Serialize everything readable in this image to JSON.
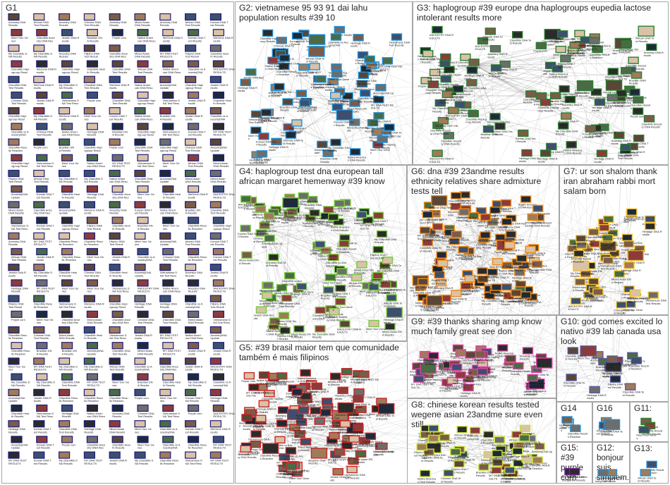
{
  "groups": [
    {
      "id": "G1",
      "title": "G1"
    },
    {
      "id": "G2",
      "title": "G2: vietnamese 95 93 91 dai lahu population results #39 10"
    },
    {
      "id": "G3",
      "title": "G3: haplogroup #39 europe dna haplogroups eupedia lactose intolerant results more"
    },
    {
      "id": "G4",
      "title": "G4: haplogroup test dna european tall african margaret hemenway #39 know"
    },
    {
      "id": "G5",
      "title": "G5: #39 brasil maior tem que comunidade também é mais filipinos"
    },
    {
      "id": "G6",
      "title": "G6: dna #39 23andme results ethnicity relatives share admixture tests tell"
    },
    {
      "id": "G7",
      "title": "G7: ur son shalom thank iran abraham rabbi mort salam born"
    },
    {
      "id": "G8",
      "title": "G8: chinese korean results tested wegene asian 23andme sure even still"
    },
    {
      "id": "G9",
      "title": "G9: #39 thanks sharing amp know much family great see don"
    },
    {
      "id": "G10",
      "title": "G10: god comes excited lo nativo #39 lab canada usa look"
    },
    {
      "id": "G11",
      "title": "G11:"
    },
    {
      "id": "G12",
      "title": "G12: bonjour suis simplem..."
    },
    {
      "id": "G13",
      "title": "G13:"
    },
    {
      "id": "G14",
      "title": "G14"
    },
    {
      "id": "G15",
      "title": "G15: #39 purple corn"
    },
    {
      "id": "G16",
      "title": "G16"
    }
  ],
  "node_labels": [
    "23andMe DNA Test Results",
    "My 23andMe DNA Results",
    "Ancestry DNA Results",
    "23andMe Ancestry DNA Results",
    "23andMe vs AncestryDNA",
    "Vietnamese DNA Test Results",
    "Chinese DNA Test Results",
    "Korean DNA Test Results",
    "Mixed Asian DNA Results",
    "23andMe Haplogroup Results",
    "ANCESTRY DNA RESULTS",
    "23andMe Results Reaction",
    "Filipino DNA Test Results",
    "Brazilian DNA Results",
    "African DNA Test Results",
    "Jewish DNA Results",
    "Native American DNA Results",
    "MY DNA TEST RESULTS",
    "AncestryDNA Update",
    "23andMe Health Results",
    "WeGene DNA Results",
    "Purple corn",
    "Meet Your Genes",
    "Heritage DNA Results"
  ],
  "colors": {
    "G1": "#1f1f7a",
    "G2": "#1f8fd6",
    "G3": "#2e7d32",
    "G4": "#7ac943",
    "G5": "#c62828",
    "G6": "#ef8a17",
    "G7": "#f2c12e",
    "G8": "#c6e03a",
    "G9": "#e040a8",
    "G10": "#5a5a9a",
    "G11": "#2e7d32",
    "G12": "#1f8fd6",
    "G13": "#1f8fd6",
    "G14": "#1f8fd6",
    "G15": "#7b1fa2",
    "G16": "#1f8fd6",
    "edge": "#9a9a9a",
    "border": "#a6a6a6"
  }
}
